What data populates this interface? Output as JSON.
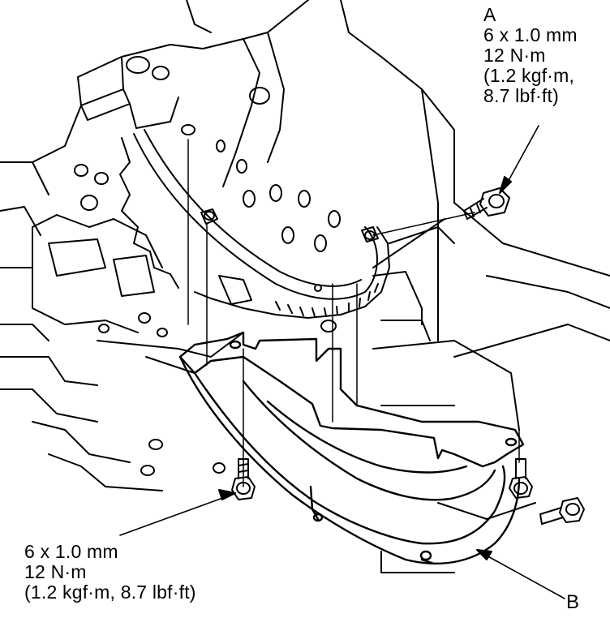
{
  "callout_a": {
    "letter": "A",
    "size": "6 x 1.0 mm",
    "torque_nm": "12 N·m",
    "torque_kgf_line1": "(1.2 kgf·m,",
    "torque_lbf_line2": "8.7 lbf·ft)"
  },
  "callout_left": {
    "size": "6 x 1.0 mm",
    "torque_nm": "12 N·m",
    "torque_other": "(1.2 kgf·m, 8.7 lbf·ft)"
  },
  "label_b": "B",
  "colors": {
    "ink": "#000000",
    "paper": "#ffffff"
  }
}
